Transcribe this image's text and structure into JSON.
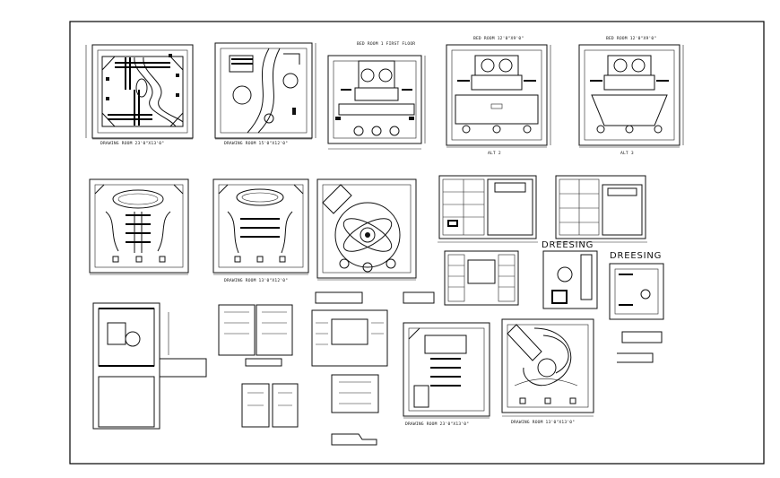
{
  "labels": {
    "drawing_room_1": "DRAWING ROOM 23'0\"X13'0\"",
    "drawing_room_2": "DRAWING ROOM 15'0\"X12'0\"",
    "bed_room_first_floor": "BED ROOM 1 FIRST FLOOR",
    "bed_room_a": "BED ROOM 12'0\"X9'0\"",
    "bed_room_b": "BED ROOM 12'0\"X9'0\"",
    "alt_2": "ALT 2",
    "alt_3": "ALT 3",
    "drawing_room_3": "DRAWING ROOM 13'0\"X12'0\"",
    "drawing_room_4": "DRAWING ROOM 23'0\"X13'0\"",
    "dressing_1": "DREESING",
    "dressing_2": "DREESING",
    "drawing_room_5": "DRAWING ROOM 13'0\"X13'0\""
  },
  "colors": {
    "line": "#111111",
    "background": "#ffffff"
  }
}
